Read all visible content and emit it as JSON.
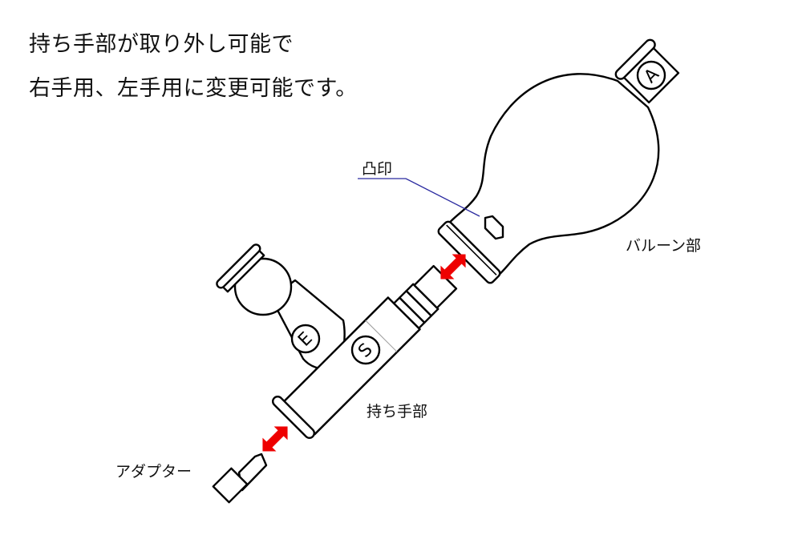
{
  "headline": {
    "line1": "持ち手部が取り外し可能で",
    "line2": "右手用、左手用に変更可能です。"
  },
  "labels": {
    "emboss_mark": "凸印",
    "balloon": "バルーン部",
    "handle": "持ち手部",
    "adapter": "アダプター"
  },
  "markings": {
    "balloon_valve": "A",
    "exhaust_valve": "E",
    "suction_valve": "S"
  },
  "colors": {
    "arrow": "#ee0000",
    "leader_line": "#2a2aa0",
    "outline": "#000000"
  }
}
